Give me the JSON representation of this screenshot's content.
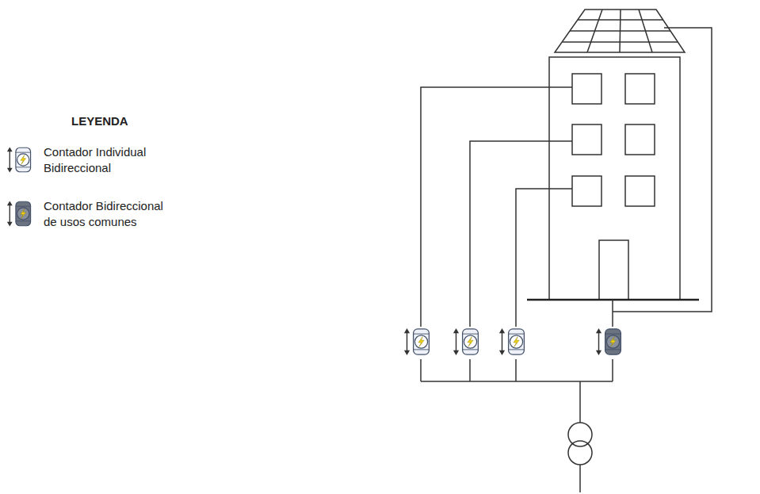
{
  "diagram": {
    "labels": [
      "LEYENDA"
    ],
    "legend": [
      {
        "text": "Contador Individual Bidireccional"
      },
      {
        "text": "Contador Bidireccional de usos comunes"
      }
    ]
  }
}
